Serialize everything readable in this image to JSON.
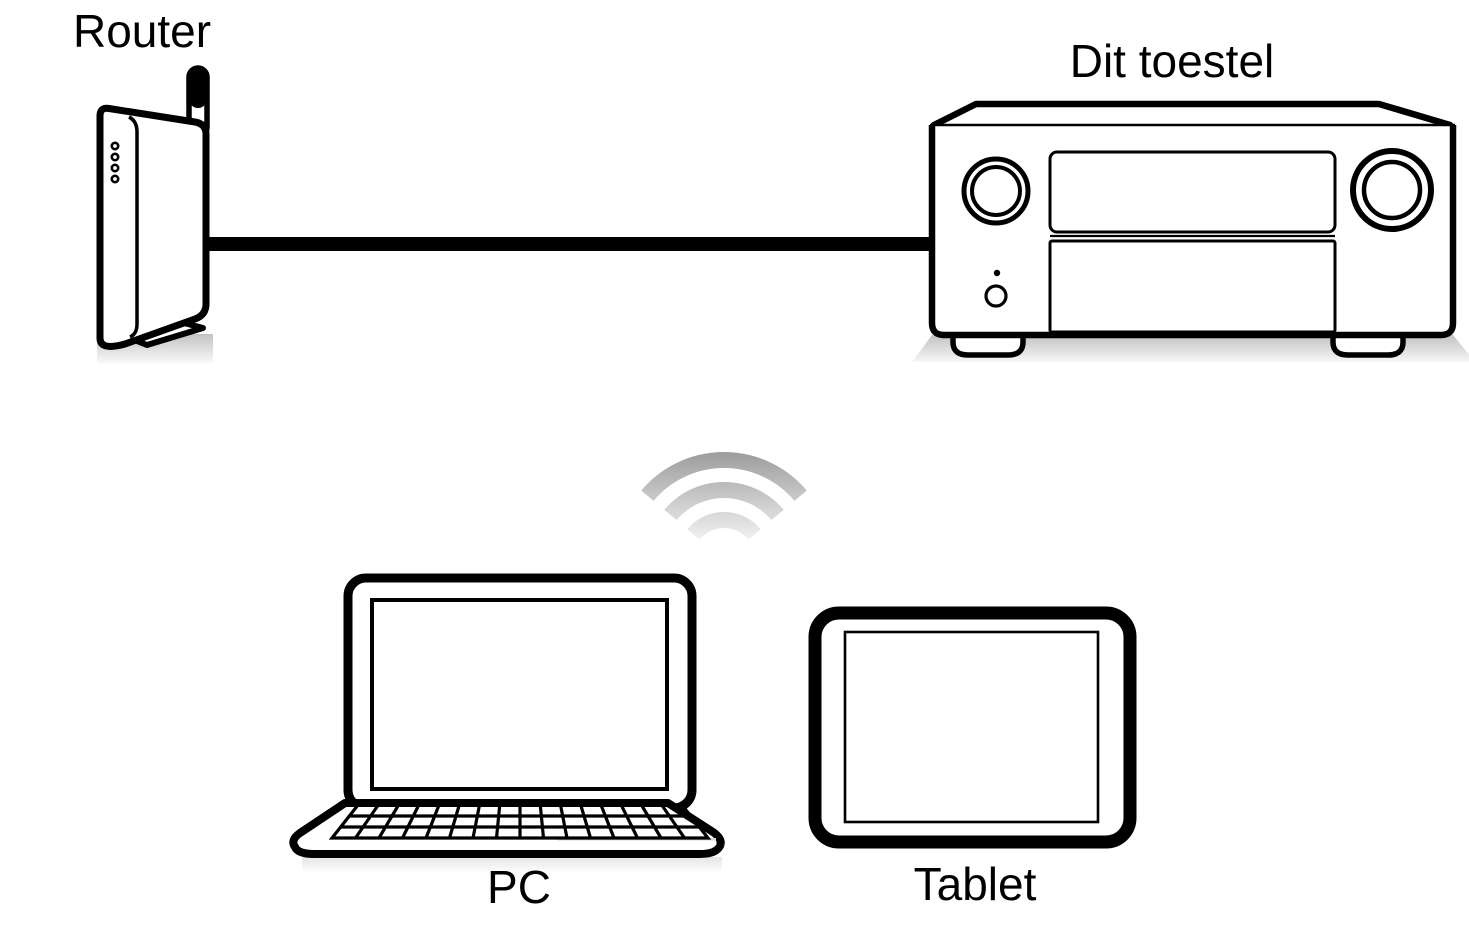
{
  "diagram": {
    "type": "network-connection-diagram",
    "nodes": [
      {
        "id": "router",
        "label": "Router",
        "icon": "router-icon"
      },
      {
        "id": "unit",
        "label": "Dit toestel",
        "icon": "av-receiver-icon"
      },
      {
        "id": "pc",
        "label": "PC",
        "icon": "laptop-icon"
      },
      {
        "id": "tablet",
        "label": "Tablet",
        "icon": "tablet-icon"
      }
    ],
    "connections": [
      {
        "between": [
          "router",
          "unit"
        ],
        "type": "wired-lan",
        "symbol": "ethernet-cable-line"
      },
      {
        "between": [
          "unit",
          "pc",
          "tablet"
        ],
        "type": "wireless",
        "symbol": "wifi-icon"
      }
    ],
    "colors": {
      "line": "#000000",
      "background": "#ffffff",
      "wifi_gradient_top": "#9c9c9c",
      "wifi_gradient_bottom": "#f1f1f1",
      "shadow_dark": "#c2c2c2",
      "shadow_light": "#f5f5f5"
    }
  }
}
